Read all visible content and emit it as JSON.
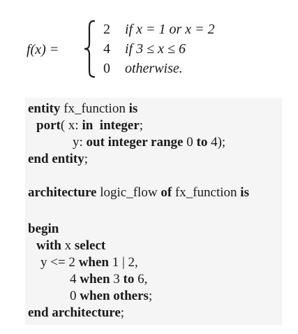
{
  "formula": {
    "lhs": "f(x) =",
    "cases": [
      {
        "value": "2",
        "condition": "if x = 1 or x = 2"
      },
      {
        "value": "4",
        "condition": "if 3 ≤ x ≤ 6"
      },
      {
        "value": "0",
        "condition": "otherwise."
      }
    ]
  },
  "code": {
    "lines": [
      {
        "segments": [
          {
            "text": "entity",
            "bold": true
          },
          {
            "text": " fx_function ",
            "bold": false
          },
          {
            "text": "is",
            "bold": true
          }
        ]
      },
      {
        "segments": [
          {
            "text": "port",
            "bold": true
          },
          {
            "text": "( x: ",
            "bold": false
          },
          {
            "text": "in",
            "bold": true
          },
          {
            "text": "  ",
            "bold": false
          },
          {
            "text": "integer",
            "bold": true
          },
          {
            "text": ";",
            "bold": false
          }
        ]
      },
      {
        "segments": [
          {
            "text": "y: ",
            "bold": false
          },
          {
            "text": "out integer range",
            "bold": true
          },
          {
            "text": " 0 ",
            "bold": false
          },
          {
            "text": "to",
            "bold": true
          },
          {
            "text": " 4);",
            "bold": false
          }
        ]
      },
      {
        "segments": [
          {
            "text": "end entity",
            "bold": true
          },
          {
            "text": ";",
            "bold": false
          }
        ]
      },
      {
        "segments": [
          {
            "text": "architecture",
            "bold": true
          },
          {
            "text": " logic_flow ",
            "bold": false
          },
          {
            "text": "of",
            "bold": true
          },
          {
            "text": " fx_function ",
            "bold": false
          },
          {
            "text": "is",
            "bold": true
          }
        ]
      },
      {
        "segments": [
          {
            "text": "begin",
            "bold": true
          }
        ]
      },
      {
        "segments": [
          {
            "text": "with",
            "bold": true
          },
          {
            "text": " x ",
            "bold": false
          },
          {
            "text": "select",
            "bold": true
          }
        ]
      },
      {
        "segments": [
          {
            "text": "y <= 2 ",
            "bold": false
          },
          {
            "text": "when",
            "bold": true
          },
          {
            "text": " 1 | 2,",
            "bold": false
          }
        ]
      },
      {
        "segments": [
          {
            "text": "4 ",
            "bold": false
          },
          {
            "text": "when",
            "bold": true
          },
          {
            "text": " 3 ",
            "bold": false
          },
          {
            "text": "to",
            "bold": true
          },
          {
            "text": " 6,",
            "bold": false
          }
        ]
      },
      {
        "segments": [
          {
            "text": "0 ",
            "bold": false
          },
          {
            "text": "when others",
            "bold": true
          },
          {
            "text": ";",
            "bold": false
          }
        ]
      },
      {
        "segments": [
          {
            "text": "end architecture",
            "bold": true
          },
          {
            "text": ";",
            "bold": false
          }
        ]
      }
    ]
  }
}
